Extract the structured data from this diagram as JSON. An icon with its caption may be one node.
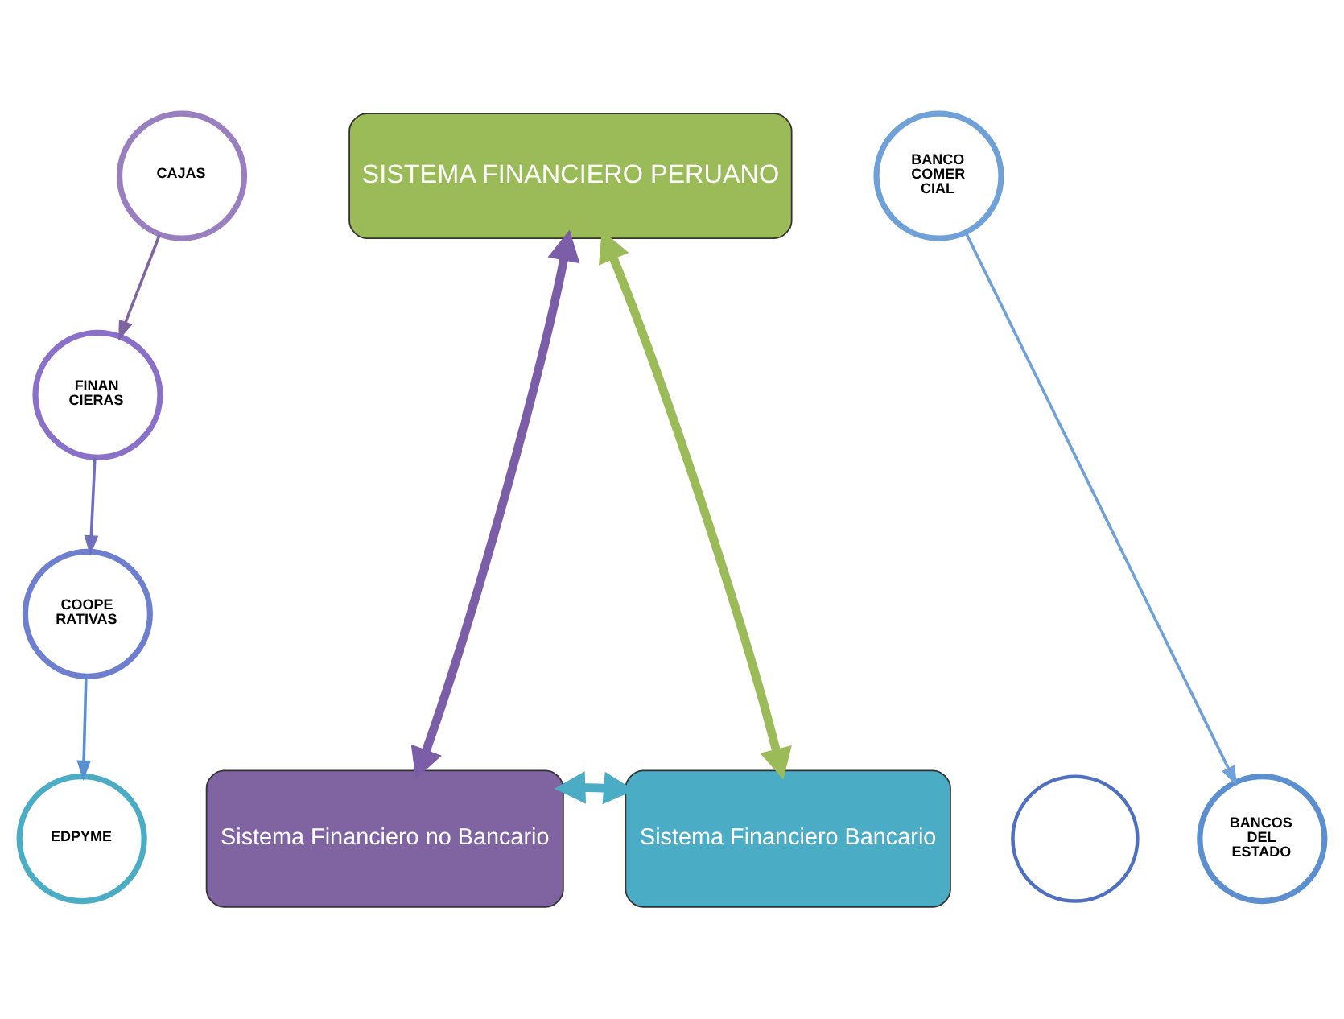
{
  "diagram": {
    "nodes": [
      {
        "text": [
          "SISTEMA FINANCIERO PERUANO"
        ]
      },
      {
        "text": [
          "Sistema Financiero no Bancario"
        ]
      },
      {
        "text": [
          "Sistema Financiero Bancario"
        ]
      },
      {
        "text": [],
        "shape": "circle"
      },
      {
        "text": [
          "CAJAS"
        ]
      },
      {
        "text": [
          "FINAN CIERAS"
        ]
      },
      {
        "text": [
          "COOPE RATIVAS"
        ]
      },
      {
        "text": [
          "EDPYME"
        ]
      },
      {
        "text": [
          "BANCO COMER CIAL"
        ]
      },
      {
        "text": [
          "BANCOS DEL ESTADO"
        ]
      }
    ],
    "edges": [
      {
        "from": 1,
        "to": 0,
        "arrow": "both",
        "style": "thick",
        "color": "#7b5ea7"
      },
      {
        "from": 0,
        "to": 2,
        "arrow": "both",
        "style": "thick",
        "color": "#9bbb59"
      },
      {
        "from": 1,
        "to": 2,
        "arrow": "both",
        "style": "thick",
        "color": "#4bacc6"
      },
      {
        "from": 4,
        "to": 5,
        "arrow": "to",
        "color": "#8064a2"
      },
      {
        "from": 5,
        "to": 6,
        "arrow": "to",
        "color": "#6f6fc0"
      },
      {
        "from": 6,
        "to": 7,
        "arrow": "to",
        "color": "#5b8fd0"
      },
      {
        "from": 8,
        "to": 9,
        "arrow": "to",
        "color": "#6fa0d8"
      }
    ]
  }
}
